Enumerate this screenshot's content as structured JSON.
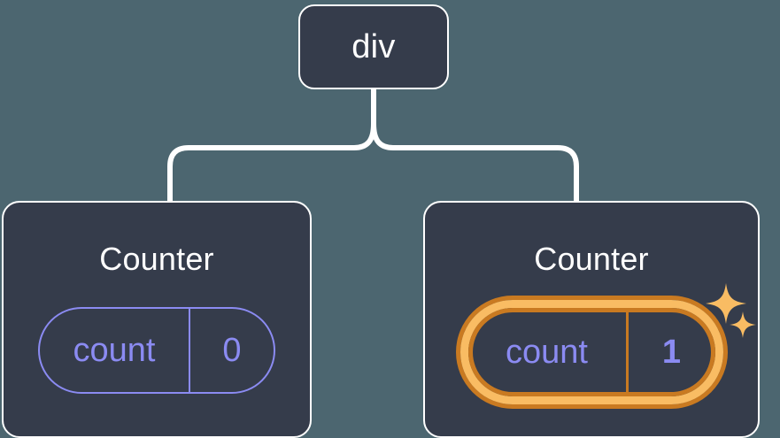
{
  "diagram": {
    "type": "component-tree",
    "background_color": "#4c6670",
    "node_fill_color": "#353c4b",
    "node_border_color": "#ffffff",
    "connector_color": "#ffffff",
    "state_color": "#8b8bf2",
    "highlight_color": "#f9bc63",
    "highlight_shadow_color": "#c97a21",
    "root": {
      "label": "div"
    },
    "children": [
      {
        "title": "Counter",
        "state": {
          "key": "count",
          "value": "0"
        },
        "highlighted": false
      },
      {
        "title": "Counter",
        "state": {
          "key": "count",
          "value": "1"
        },
        "highlighted": true,
        "sparkles": [
          "sparkle-large",
          "sparkle-small"
        ]
      }
    ]
  }
}
